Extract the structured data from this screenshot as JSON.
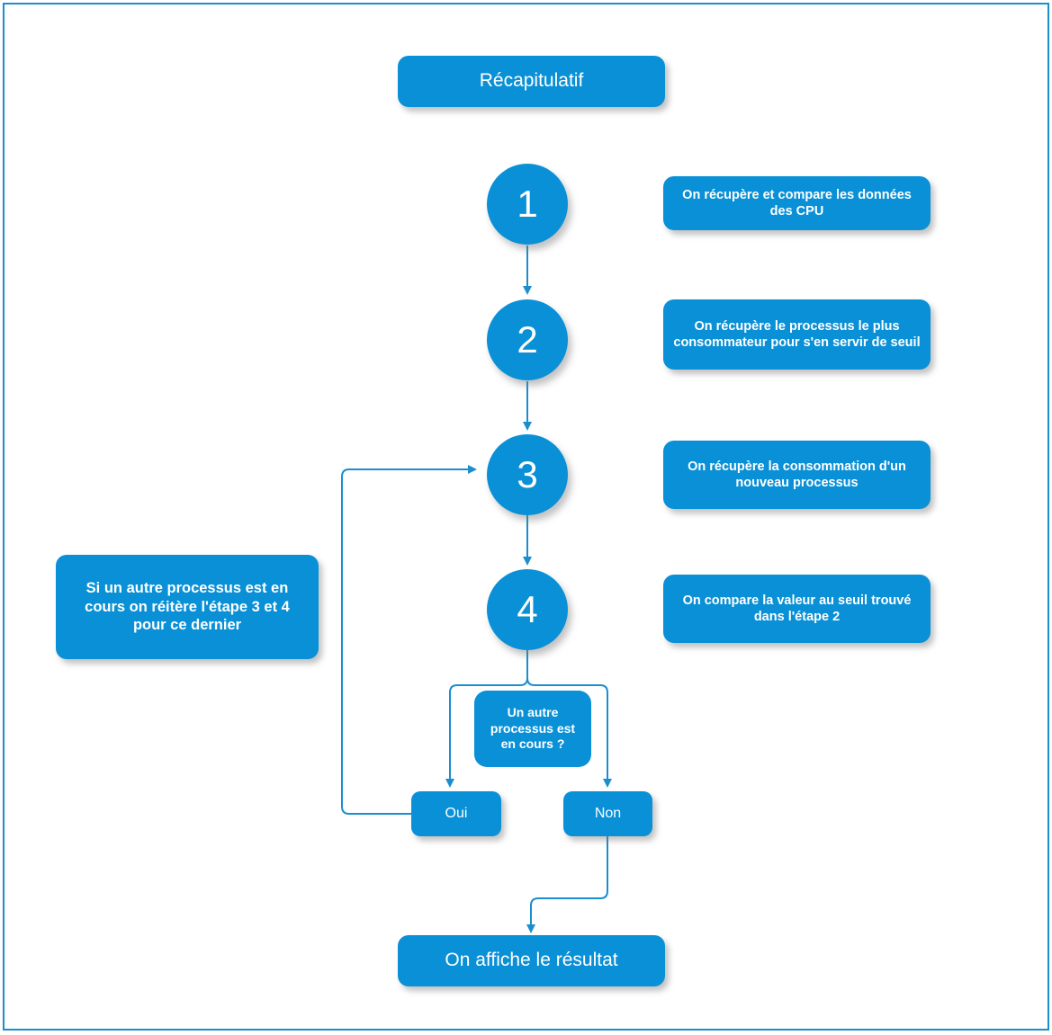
{
  "diagram": {
    "title": "Récapitulatif",
    "frame_color": "#1b8ecd",
    "node_color": "#0a90d6",
    "connector_color": "#1b8ecd",
    "text_color": "#ffffff"
  },
  "steps": [
    {
      "number": "1",
      "note": "On récupère et compare les données des CPU"
    },
    {
      "number": "2",
      "note": "On récupère le processus le plus consommateur pour s'en servir de seuil"
    },
    {
      "number": "3",
      "note": "On récupère la consommation d'un nouveau processus"
    },
    {
      "number": "4",
      "note": "On compare la valeur au seuil trouvé dans l'étape 2"
    }
  ],
  "side_note": "Si un autre processus est en cours on réitère l'étape 3 et 4 pour ce dernier",
  "decision": {
    "question": "Un autre processus est en cours ?",
    "yes_label": "Oui",
    "no_label": "Non"
  },
  "result": "On affiche le résultat"
}
